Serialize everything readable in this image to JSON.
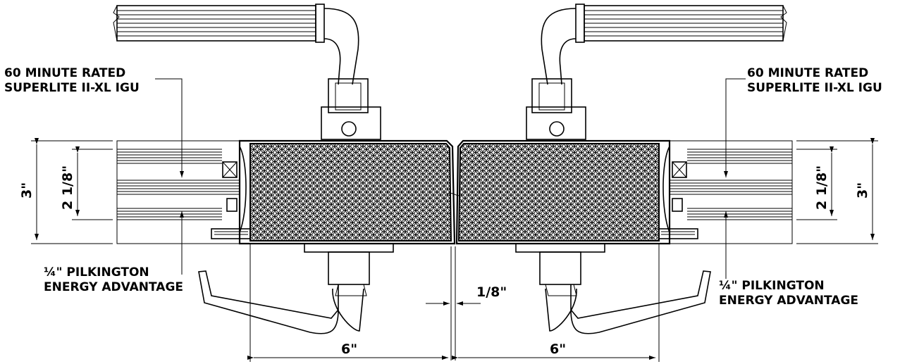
{
  "left_callouts": {
    "top_line1": "60 MINUTE RATED",
    "top_line2": "SUPERLITE II-XL IGU",
    "bottom_fraction": "¼",
    "bottom_line1_rest": "\" PILKINGTON",
    "bottom_line2": "ENERGY ADVANTAGE"
  },
  "right_callouts": {
    "top_line1": "60 MINUTE RATED",
    "top_line2": "SUPERLITE II-XL IGU",
    "bottom_fraction": "¼",
    "bottom_line1_rest": "\" PILKINGTON",
    "bottom_line2": "ENERGY ADVANTAGE"
  },
  "dimensions": {
    "overall_height_left": "3\"",
    "glass_height_left": "2 1/8\"",
    "overall_height_right": "3\"",
    "glass_height_right": "2 1/8\"",
    "gap": "1/8\"",
    "width_left": "6\"",
    "width_right": "6\""
  }
}
